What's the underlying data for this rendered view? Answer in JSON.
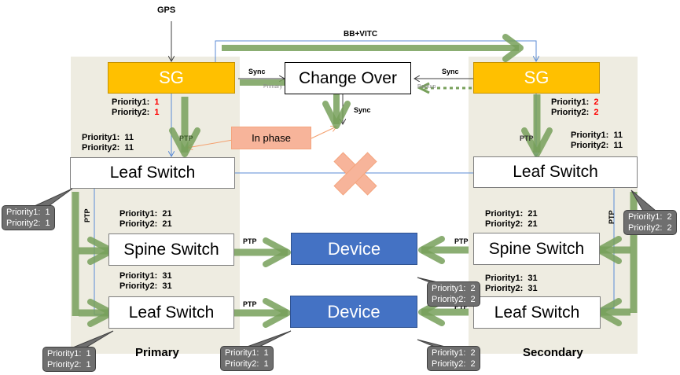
{
  "diagram": {
    "title_inputs": {
      "gps": "GPS",
      "bb_vitc": "BB+VITC"
    },
    "captions": {
      "primary": "Primary",
      "secondary": "Secondary"
    },
    "sync_labels": {
      "left": "Sync",
      "right": "Sync",
      "down": "Sync",
      "primary_small": "Primary",
      "backup_small": "Backup"
    },
    "ptp": "PTP",
    "in_phase": "In phase",
    "change_over": "Change Over",
    "primary": {
      "sg": {
        "label": "SG",
        "priority1_label": "Priority1:",
        "priority1": "1",
        "priority2_label": "Priority2:",
        "priority2": "1"
      },
      "leaf_top": {
        "label": "Leaf Switch",
        "priority1": "Priority1:  11",
        "priority2": "Priority2:  11"
      },
      "spine": {
        "label": "Spine Switch",
        "priority1": "Priority1:  21",
        "priority2": "Priority2:  21"
      },
      "leaf_bottom": {
        "label": "Leaf Switch",
        "priority1": "Priority1:  31",
        "priority2": "Priority2:  31"
      },
      "callouts": {
        "leaf_top": {
          "p1": "Priority1:  1",
          "p2": "Priority2:  1"
        },
        "leaf_bottom": {
          "p1": "Priority1:  1",
          "p2": "Priority2:  1"
        },
        "device_bottom": {
          "p1": "Priority1:  1",
          "p2": "Priority2:  1"
        }
      }
    },
    "secondary": {
      "sg": {
        "label": "SG",
        "priority1_label": "Priority1:",
        "priority1": "2",
        "priority2_label": "Priority2:",
        "priority2": "2"
      },
      "leaf_top": {
        "label": "Leaf Switch",
        "priority1": "Priority1:  11",
        "priority2": "Priority2:  11"
      },
      "spine": {
        "label": "Spine Switch",
        "priority1": "Priority1:  21",
        "priority2": "Priority2:  21"
      },
      "leaf_bottom": {
        "label": "Leaf Switch",
        "priority1": "Priority1:  31",
        "priority2": "Priority2:  31"
      },
      "callouts": {
        "leaf_top": {
          "p1": "Priority1:  2",
          "p2": "Priority2:  2"
        },
        "device_top": {
          "p1": "Priority1:  2",
          "p2": "Priority2:  2"
        },
        "device_bottom": {
          "p1": "Priority1:  2",
          "p2": "Priority2:  2"
        }
      }
    },
    "devices": [
      {
        "label": "Device"
      },
      {
        "label": "Device"
      }
    ],
    "colors": {
      "sg": "#ffc000",
      "device": "#4472c4",
      "panel": "#eeece1",
      "arrow_green": "#77a05a",
      "in_phase": "#f7b49a",
      "priority_red": "#ff0000",
      "callout": "#6f6f6f"
    }
  }
}
